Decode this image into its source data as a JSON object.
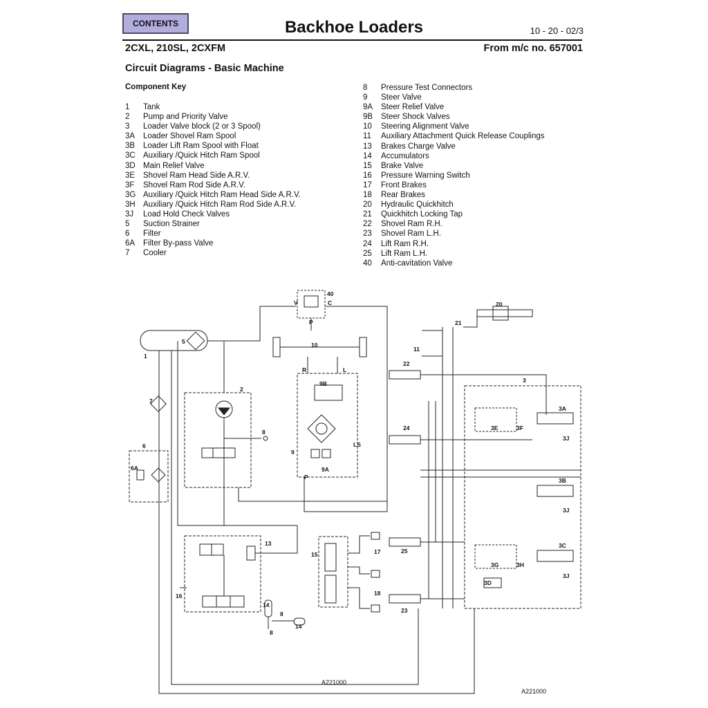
{
  "header": {
    "contents_label": "CONTENTS",
    "title": "Backhoe Loaders",
    "page_code": "10 - 20 - 02/3",
    "models": "2CXL, 210SL, 2CXFM",
    "serial": "From m/c no. 657001",
    "section_title": "Circuit Diagrams - Basic Machine"
  },
  "key": {
    "heading": "Component Key",
    "left": [
      {
        "num": "1",
        "label": "Tank"
      },
      {
        "num": "2",
        "label": "Pump and Priority Valve"
      },
      {
        "num": "3",
        "label": "Loader Valve block (2 or 3 Spool)"
      },
      {
        "num": "3A",
        "label": "Loader Shovel Ram Spool"
      },
      {
        "num": "3B",
        "label": "Loader Lift Ram Spool with Float"
      },
      {
        "num": "3C",
        "label": "Auxiliary /Quick Hitch Ram Spool"
      },
      {
        "num": "3D",
        "label": "Main Relief Valve"
      },
      {
        "num": "3E",
        "label": "Shovel Ram Head Side A.R.V."
      },
      {
        "num": "3F",
        "label": "Shovel Ram Rod Side A.R.V."
      },
      {
        "num": "3G",
        "label": "Auxiliary /Quick Hitch Ram Head Side A.R.V."
      },
      {
        "num": "3H",
        "label": "Auxiliary /Quick Hitch Ram Rod Side A.R.V."
      },
      {
        "num": "3J",
        "label": "Load Hold Check Valves"
      },
      {
        "num": "5",
        "label": "Suction Strainer"
      },
      {
        "num": "6",
        "label": "Filter"
      },
      {
        "num": "6A",
        "label": "Filter By-pass Valve"
      },
      {
        "num": "7",
        "label": "Cooler"
      }
    ],
    "right": [
      {
        "num": "8",
        "label": "Pressure Test Connectors"
      },
      {
        "num": "9",
        "label": "Steer Valve"
      },
      {
        "num": "9A",
        "label": "Steer Relief Valve"
      },
      {
        "num": "9B",
        "label": "Steer Shock Valves"
      },
      {
        "num": "10",
        "label": "Steering Alignment Valve"
      },
      {
        "num": "11",
        "label": "Auxiliary Attachment Quick Release Couplings"
      },
      {
        "num": "13",
        "label": "Brakes Charge Valve"
      },
      {
        "num": "14",
        "label": "Accumulators"
      },
      {
        "num": "15",
        "label": "Brake Valve"
      },
      {
        "num": "16",
        "label": "Pressure Warning Switch"
      },
      {
        "num": "17",
        "label": "Front Brakes"
      },
      {
        "num": "18",
        "label": "Rear Brakes"
      },
      {
        "num": "20",
        "label": "Hydraulic Quickhitch"
      },
      {
        "num": "21",
        "label": "Quickhitch Locking Tap"
      },
      {
        "num": "22",
        "label": "Shovel Ram R.H."
      },
      {
        "num": "23",
        "label": "Shovel Ram L.H."
      },
      {
        "num": "24",
        "label": "Lift Ram R.H."
      },
      {
        "num": "25",
        "label": "Lift Ram L.H."
      },
      {
        "num": "40",
        "label": "Anti-cavitation Valve"
      }
    ]
  },
  "diagram": {
    "labels": {
      "c1": "1",
      "c2": "2",
      "c3": "3",
      "c3a": "3A",
      "c3b": "3B",
      "c3c": "3C",
      "c3d": "3D",
      "c3e": "3E",
      "c3f": "3F",
      "c3g": "3G",
      "c3h": "3H",
      "c3j1": "3J",
      "c3j2": "3J",
      "c3j3": "3J",
      "c5": "5",
      "c6": "6",
      "c6a": "6A",
      "c7": "7",
      "c8a": "8",
      "c8b": "8",
      "c8c": "8",
      "c9": "9",
      "c9a": "9A",
      "c9b": "9B",
      "c10": "10",
      "c11": "11",
      "c13": "13",
      "c14a": "14",
      "c14b": "14",
      "c15": "15",
      "c16": "16",
      "c17": "17",
      "c18": "18",
      "c20": "20",
      "c21": "21",
      "c22": "22",
      "c23": "23",
      "c24": "24",
      "c25": "25",
      "c40": "40",
      "port_v": "V",
      "port_c": "C",
      "port_p": "P",
      "port_r": "R",
      "port_l": "L",
      "port_ls": "LS",
      "port_p2": "P"
    },
    "ref_inner": "A221000",
    "ref_outer": "A221000"
  }
}
